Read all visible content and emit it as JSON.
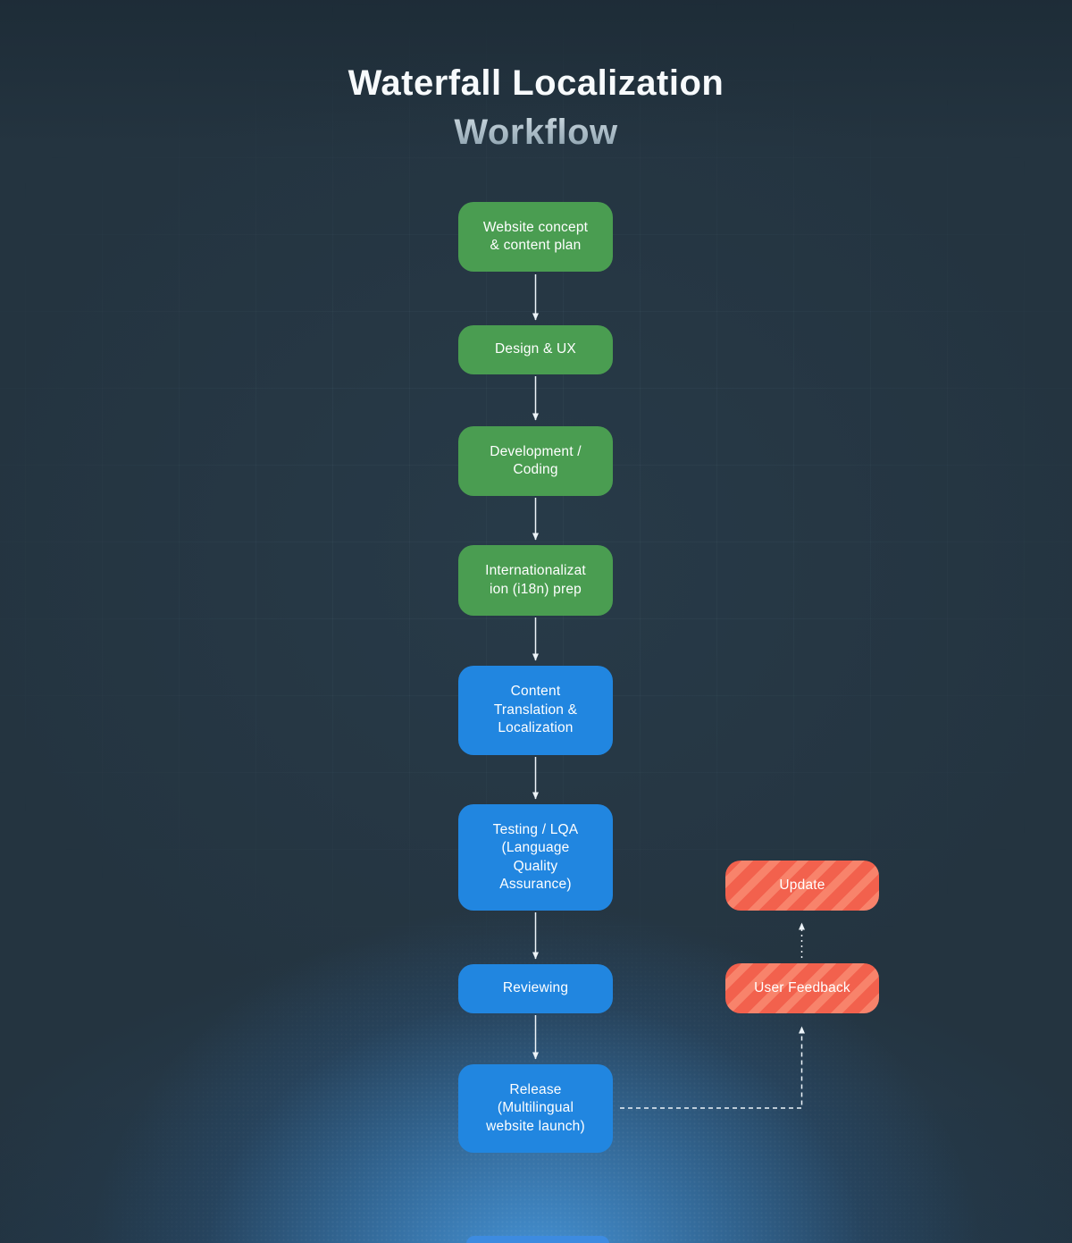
{
  "title": {
    "line1": "Waterfall Localization",
    "line2": "Workflow"
  },
  "flow": {
    "main_nodes": [
      {
        "id": "website-concept",
        "label": "Website concept\n& content plan",
        "color": "green"
      },
      {
        "id": "design-ux",
        "label": "Design & UX",
        "color": "green"
      },
      {
        "id": "development-coding",
        "label": "Development /\nCoding",
        "color": "green"
      },
      {
        "id": "i18n-prep",
        "label": "Internationalizat\nion (i18n) prep",
        "color": "green"
      },
      {
        "id": "content-translation",
        "label": "Content\nTranslation &\nLocalization",
        "color": "blue"
      },
      {
        "id": "testing-lqa",
        "label": "Testing / LQA\n(Language\nQuality\nAssurance)",
        "color": "blue"
      },
      {
        "id": "reviewing",
        "label": "Reviewing",
        "color": "blue"
      },
      {
        "id": "release",
        "label": "Release\n(Multilingual\nwebsite launch)",
        "color": "blue"
      }
    ],
    "feedback_nodes": [
      {
        "id": "update",
        "label": "Update",
        "color": "orange"
      },
      {
        "id": "user-feedback",
        "label": "User Feedback",
        "color": "orange"
      }
    ],
    "edges": [
      {
        "from": "website-concept",
        "to": "design-ux",
        "style": "solid"
      },
      {
        "from": "design-ux",
        "to": "development-coding",
        "style": "solid"
      },
      {
        "from": "development-coding",
        "to": "i18n-prep",
        "style": "solid"
      },
      {
        "from": "i18n-prep",
        "to": "content-translation",
        "style": "solid"
      },
      {
        "from": "content-translation",
        "to": "testing-lqa",
        "style": "solid"
      },
      {
        "from": "testing-lqa",
        "to": "reviewing",
        "style": "solid"
      },
      {
        "from": "reviewing",
        "to": "release",
        "style": "solid"
      },
      {
        "from": "release",
        "to": "user-feedback",
        "style": "dashed"
      },
      {
        "from": "user-feedback",
        "to": "update",
        "style": "dotted"
      }
    ]
  },
  "colors": {
    "background": "#243440",
    "node_green": "#4a9d51",
    "node_blue": "#2186e0",
    "node_orange": "#f2614d",
    "node_orange_stripe": "#f8836b",
    "glow_blue": "#4696db",
    "arrow": "#edf4f9",
    "title_primary": "#f7fafc",
    "title_secondary": "#aebfc9"
  }
}
